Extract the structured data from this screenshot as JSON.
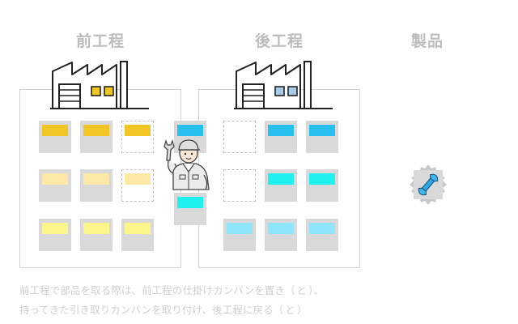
{
  "stages": {
    "pre": "前工程",
    "post": "後工程",
    "product": "製品"
  },
  "colors": {
    "yellow": "#f1c523",
    "cream": "#fde8a6",
    "lemon": "#fcf68a",
    "blue": "#28c0ee",
    "cyan": "#1ff2ee",
    "sky": "#8fe6fb",
    "card_bg": "#d9d9d9",
    "factory_window_pre": "#f1c523",
    "factory_window_post": "#a7cbe9"
  },
  "caption": {
    "line1_text": "前工程で部品を取る際は、前工程の仕掛けカンバンを置き（",
    "line1_mid": "と",
    "line1_end": "）、",
    "line2_text": "持ってきた引き取りカンバンを取り付け、後工程に戻る（",
    "line2_mid": "と",
    "line2_end": "）"
  }
}
